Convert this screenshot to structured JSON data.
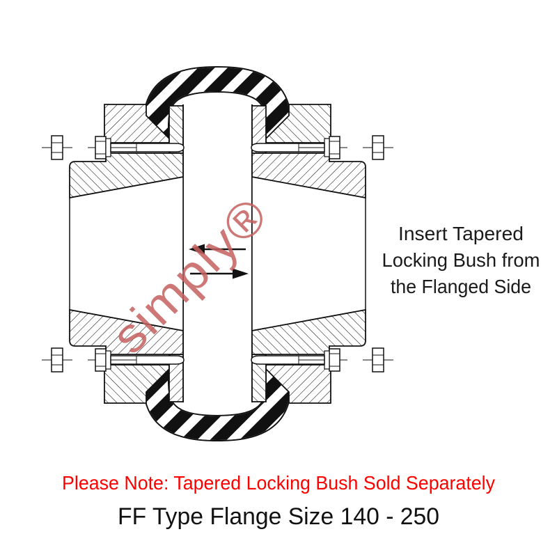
{
  "page": {
    "background": "#ffffff"
  },
  "drawing": {
    "component": "FF tyre coupling cross-section technical drawing",
    "watermark": {
      "text": "simply®",
      "color": "#c4605f"
    },
    "side_note": {
      "line1": "Insert Tapered",
      "line2": "Locking Bush from",
      "line3": "the Flanged Side",
      "color": "#1a1a1a"
    },
    "bottom_note": {
      "text": "Please Note: Tapered Locking Bush Sold Separately",
      "color": "#ff0000"
    },
    "title": {
      "text": "FF Type Flange Size 140 - 250",
      "color": "#111111"
    },
    "arrows": {
      "upper_direction": "left",
      "lower_direction": "right"
    },
    "line_color": "#111111"
  }
}
